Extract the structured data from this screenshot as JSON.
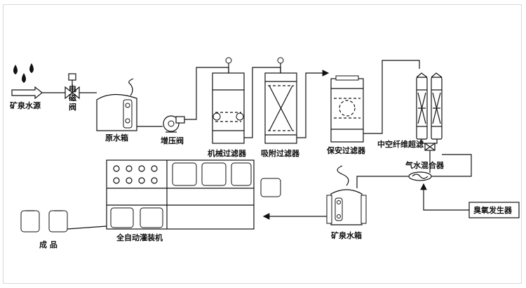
{
  "labels": {
    "source": "矿泉水源",
    "valve_1": "电",
    "valve_2": "磁",
    "valve_3": "阀",
    "raw_tank": "原水箱",
    "booster": "增压阀",
    "mech_filter": "机械过滤器",
    "adsorb_filter": "吸附过滤器",
    "security_filter": "保安过滤器",
    "hollow_fiber": "中空纤维超滤",
    "gas_mixer": "气水混合器",
    "ozone": "臭氧发生器",
    "mineral_tank": "矿泉水箱",
    "filler": "全自动灌装机",
    "product": "成  品"
  },
  "colors": {
    "line": "#111111",
    "drop": "#111111",
    "frame": "#d8d8d8"
  }
}
